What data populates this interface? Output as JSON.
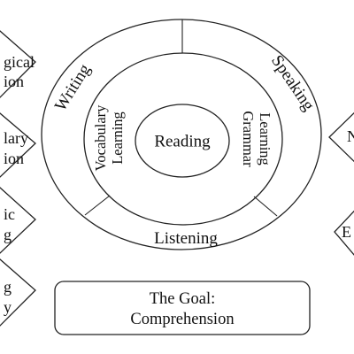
{
  "center": {
    "label": "Reading"
  },
  "inner_ring": {
    "left": [
      "Vocabulary",
      "Learning"
    ],
    "right": [
      "Grammar",
      "Learning"
    ]
  },
  "outer_ring": {
    "left": "Writing",
    "right": "Speaking",
    "bottom": "Listening"
  },
  "goal_box": {
    "line1": "The Goal:",
    "line2": "Comprehension"
  },
  "left_diamonds": [
    [
      "gical",
      "ion"
    ],
    [
      "lary",
      "ion"
    ],
    [
      "ic",
      "g"
    ],
    [
      "g",
      "y"
    ]
  ],
  "right_diamonds": [
    [
      "N"
    ],
    [
      "E"
    ]
  ]
}
